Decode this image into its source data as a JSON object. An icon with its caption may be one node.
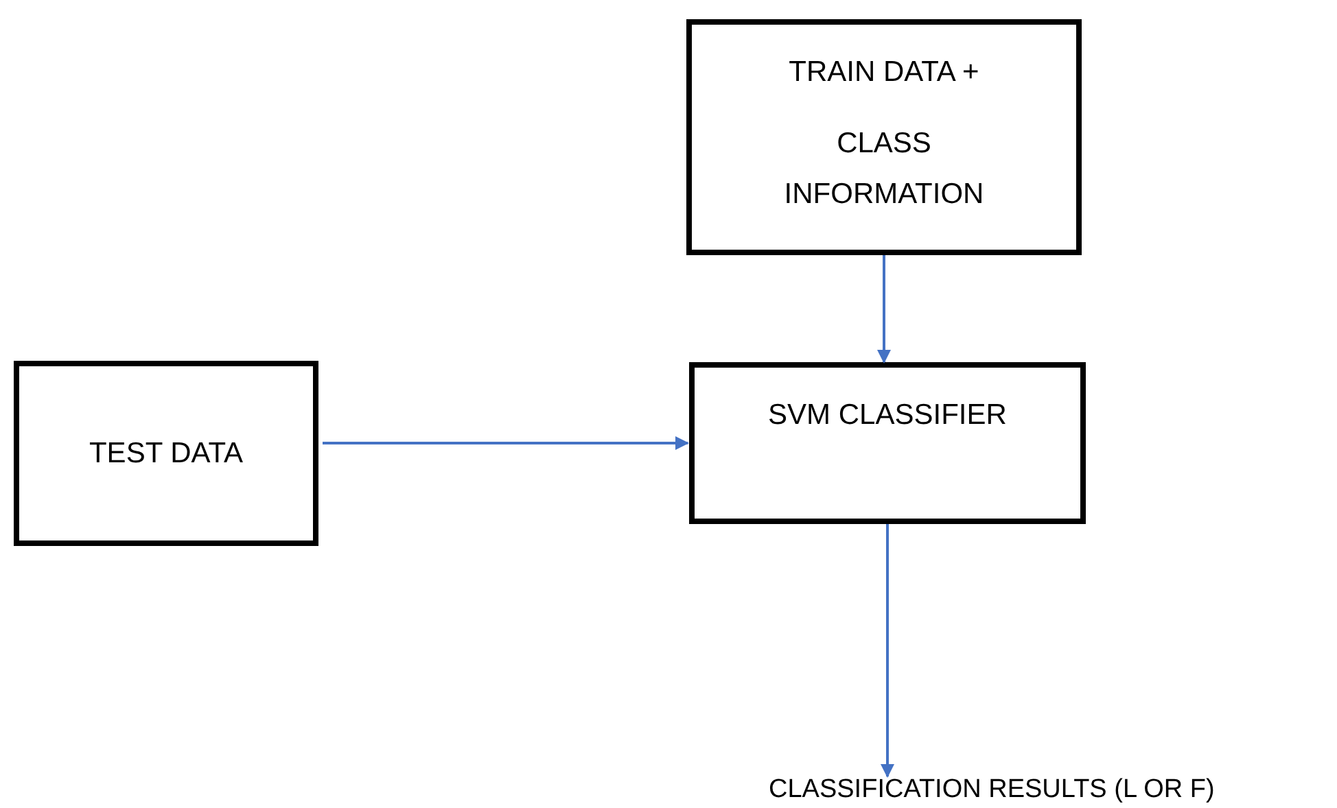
{
  "diagram": {
    "nodes": [
      {
        "text": [
          "TRAIN DATA +",
          "CLASS INFORMATION"
        ]
      },
      {
        "text": [
          "TEST DATA"
        ]
      },
      {
        "text": [
          "SVM CLASSIFIER"
        ]
      },
      {
        "text": [
          "CLASSIFICATION RESULTS (L OR F)"
        ]
      }
    ],
    "edges": [
      {
        "from": 0,
        "to": 2,
        "arrow": "to"
      },
      {
        "from": 1,
        "to": 2,
        "arrow": "to"
      },
      {
        "from": 2,
        "to": 3,
        "arrow": "to"
      }
    ]
  }
}
